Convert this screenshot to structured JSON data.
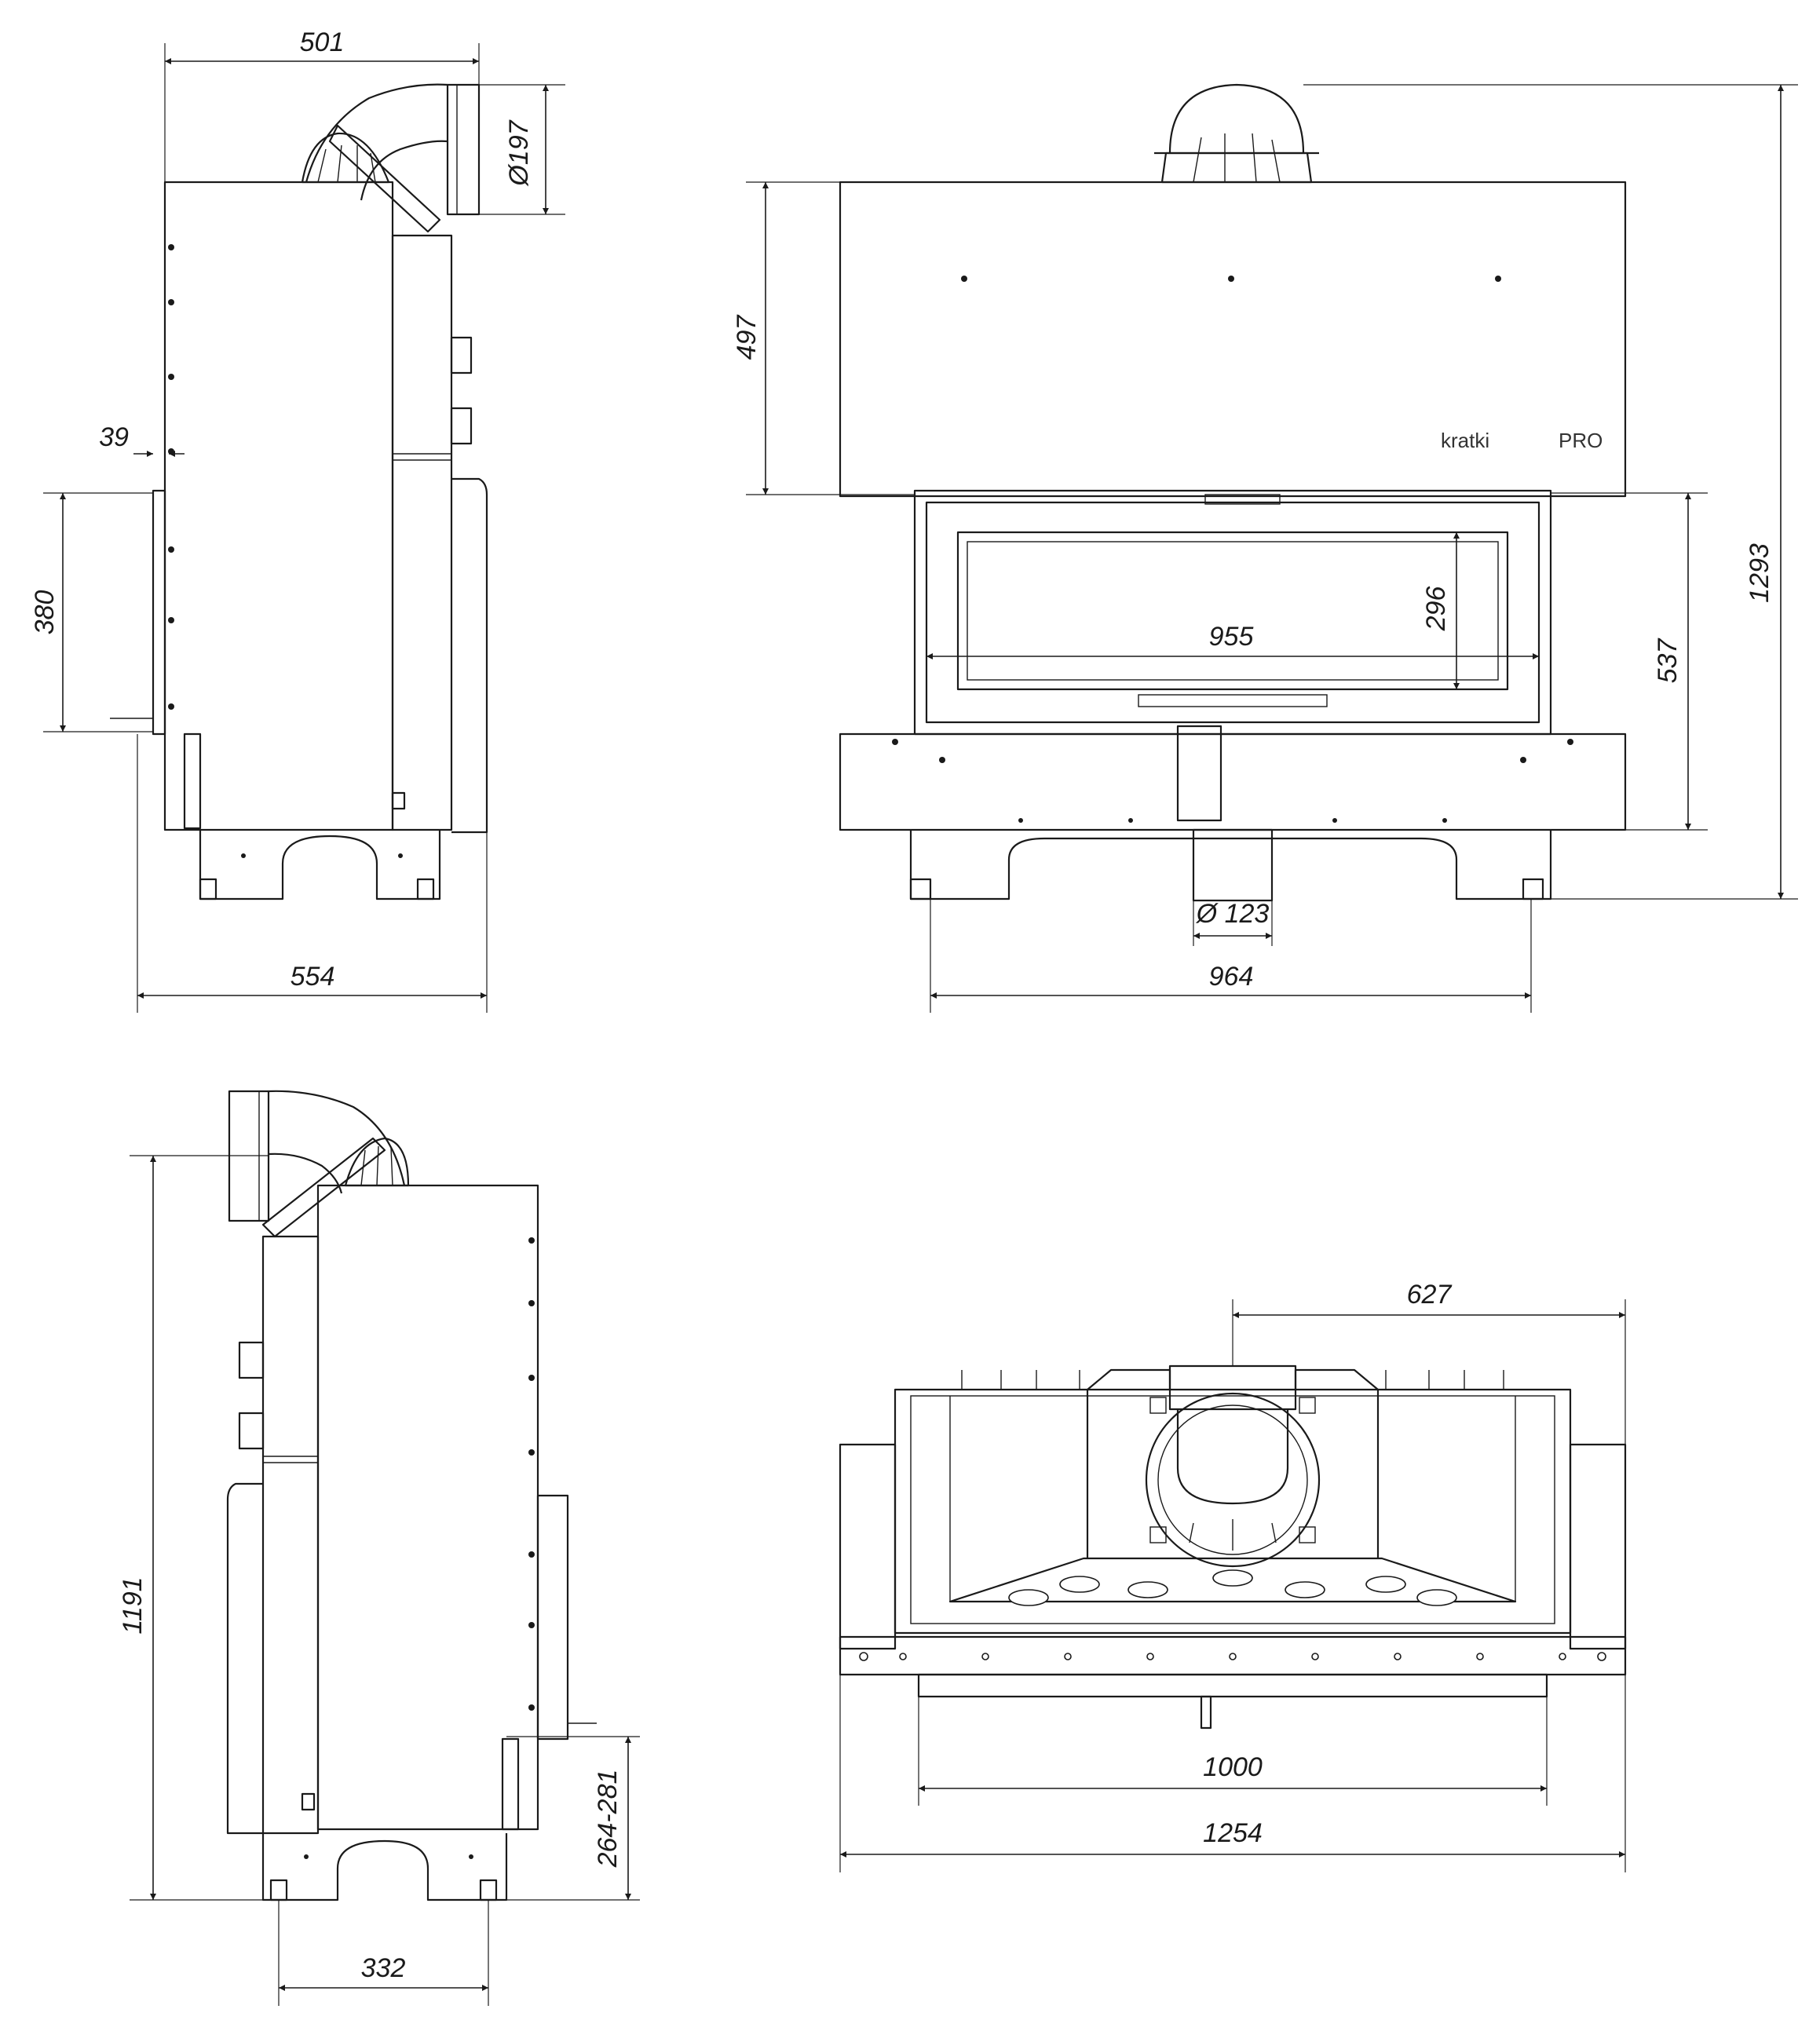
{
  "dimensions": {
    "side_top_width": "501",
    "flue_diameter_side": "Ø197",
    "offset_39": "39",
    "front_door_height_left": "380",
    "side_base_width": "554",
    "front_upper_height": "497",
    "glass_height": "296",
    "glass_width": "955",
    "front_lower_height": "537",
    "total_height": "1293",
    "air_inlet_diameter": "Ø 123",
    "front_feet_width": "964",
    "side2_height": "1191",
    "side2_leg_height": "264-281",
    "side2_feet_width": "332",
    "top_offset": "627",
    "top_inner_width": "1000",
    "top_total_width": "1254"
  },
  "brand": {
    "logo_name": "kratki",
    "logo_suffix": "PRO"
  }
}
